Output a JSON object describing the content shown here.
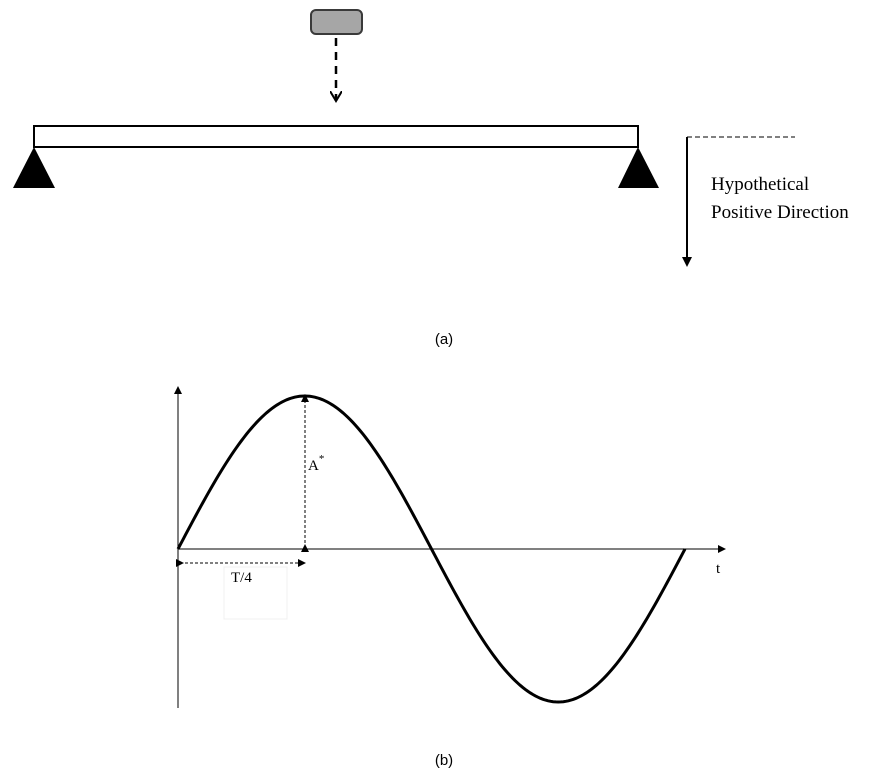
{
  "panel_a": {
    "direction_label_line1": "Hypothetical",
    "direction_label_line2": "Positive Direction",
    "caption": "(a)"
  },
  "panel_b": {
    "amplitude_label": "A",
    "amplitude_superscript": "*",
    "period_label": "T/4",
    "t_axis_label": "t",
    "caption": "(b)"
  },
  "colors": {
    "ink": "#000000",
    "mass_fill": "#a6a6a6",
    "mass_stroke": "#3a3a3a",
    "background": "#ffffff"
  }
}
